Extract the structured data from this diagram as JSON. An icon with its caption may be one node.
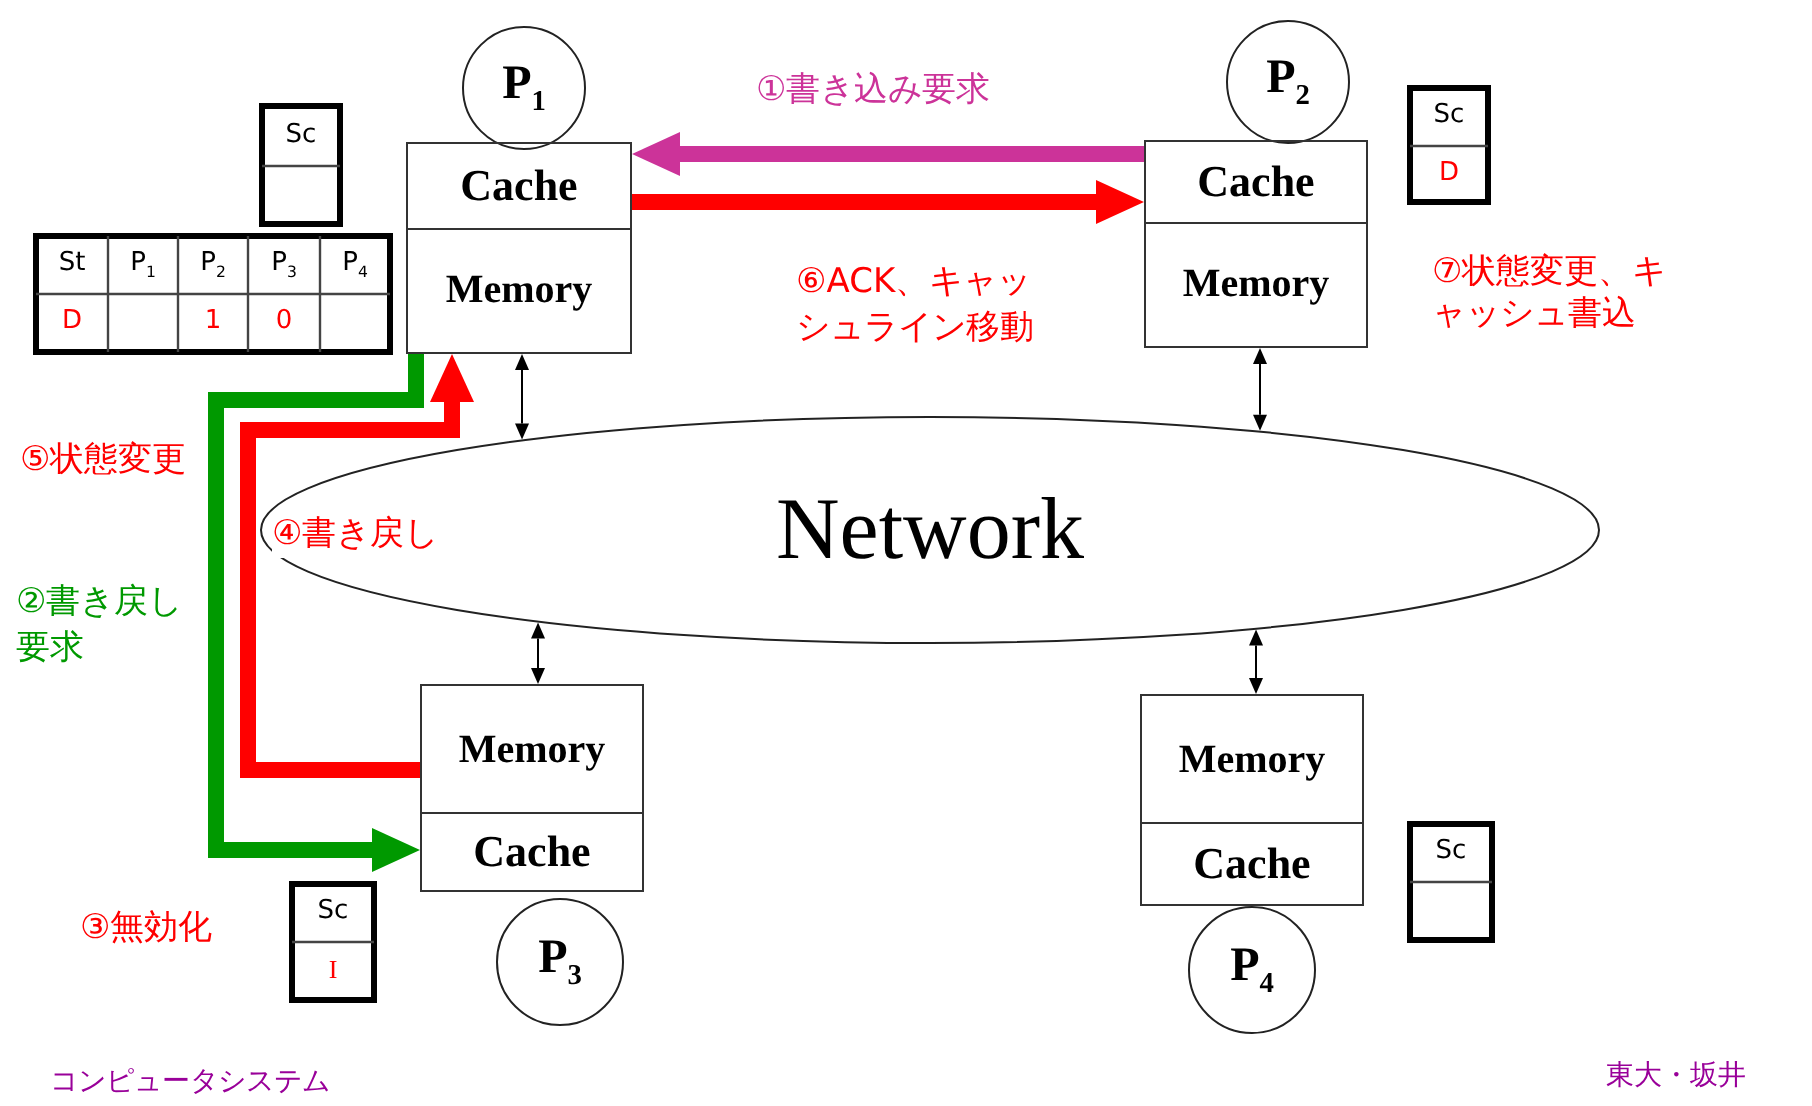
{
  "diagram": {
    "nodes": [
      {
        "text": [
          "P$_{1}$"
        ]
      },
      {
        "text": [
          "Cache",
          "Memory"
        ]
      },
      {
        "text": [
          "P$_{2}$"
        ]
      },
      {
        "text": [
          "Cache",
          "Memory"
        ]
      },
      {
        "text": [
          "Network"
        ]
      },
      {
        "text": [
          "Memory",
          "Cache"
        ]
      },
      {
        "text": [
          "P$_{3}$"
        ]
      },
      {
        "text": [
          "Memory",
          "Cache"
        ]
      },
      {
        "text": [
          "P$_{4}$"
        ]
      }
    ],
    "edges": [
      {
        "from": 3,
        "to": 1,
        "arrow": "to",
        "label": "①書き込み要求",
        "style": "thick",
        "color": "#cc3399"
      },
      {
        "from": 1,
        "to": 5,
        "arrow": "to",
        "label": "②書き戻し要求",
        "style": "thick",
        "color": "#009900"
      },
      {
        "from": 5,
        "to": 1,
        "arrow": "to",
        "label": "④書き戻し",
        "style": "thick",
        "color": "#ff0000"
      },
      {
        "from": 1,
        "to": 3,
        "arrow": "to",
        "label": "⑥ACK、キャッシュライン移動",
        "style": "thick",
        "color": "#ff0000"
      },
      {
        "from": 1,
        "to": 4,
        "arrow": "both"
      },
      {
        "from": 3,
        "to": 4,
        "arrow": "both"
      },
      {
        "from": 4,
        "to": 5,
        "arrow": "both"
      },
      {
        "from": 4,
        "to": 7,
        "arrow": "both"
      }
    ],
    "labels": [
      "Sc",
      "St",
      "P$_{1}$",
      "P$_{2}$",
      "P$_{3}$",
      "P$_{4}$",
      "D",
      "1",
      "0",
      "Sc",
      "D",
      "⑦状態変更、キャッシュ書込",
      "⑤状態変更",
      "③無効化",
      "Sc",
      "I",
      "Sc",
      "コンピュータシステム",
      "東大・坂井"
    ]
  }
}
